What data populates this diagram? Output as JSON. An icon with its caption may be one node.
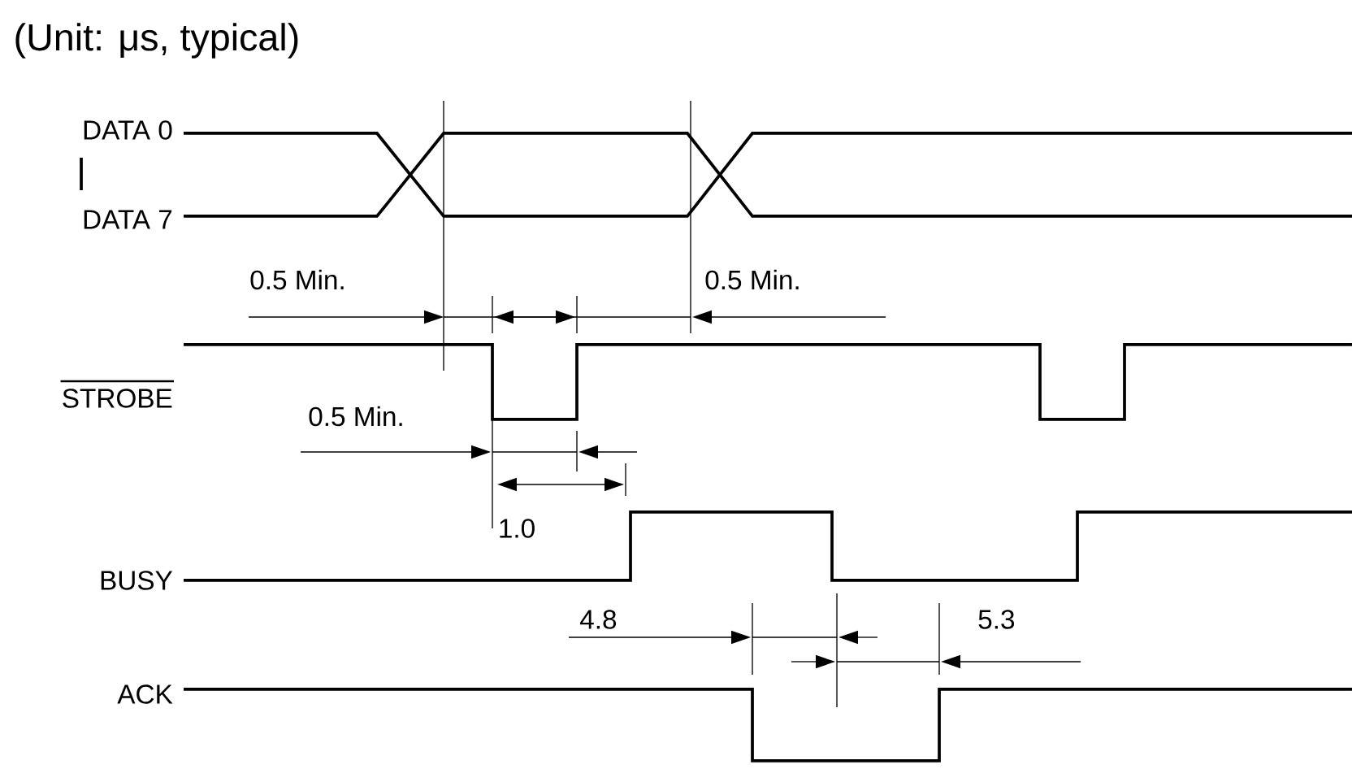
{
  "diagram": {
    "title": "(Unit: μs, typical)",
    "labels": [
      "DATA 0",
      "DATA 7",
      "0.5 Min.",
      "0.5 Min.",
      "STROBE",
      "0.5 Min.",
      "1.0",
      "BUSY",
      "4.8",
      "5.3",
      "ACK"
    ]
  }
}
